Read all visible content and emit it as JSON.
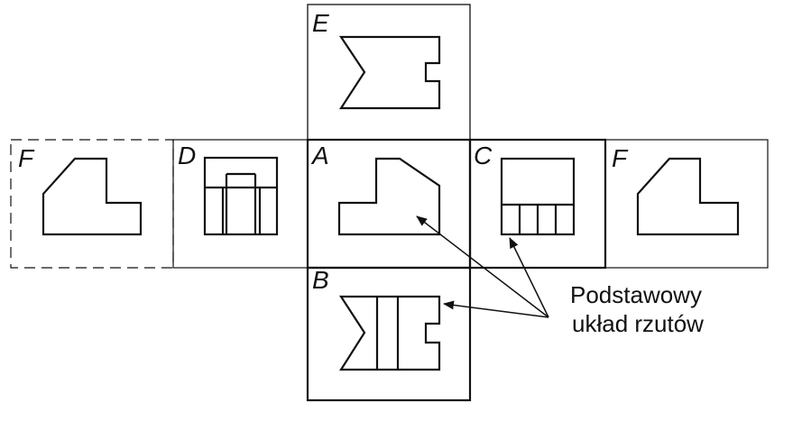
{
  "views": {
    "E": "E",
    "F_left": "F",
    "D": "D",
    "A": "A",
    "C": "C",
    "F_right": "F",
    "B": "B"
  },
  "annotation": {
    "line1": "Podstawowy",
    "line2": "układ rzutów"
  },
  "colors": {
    "ink": "#111111",
    "background": "#ffffff"
  }
}
